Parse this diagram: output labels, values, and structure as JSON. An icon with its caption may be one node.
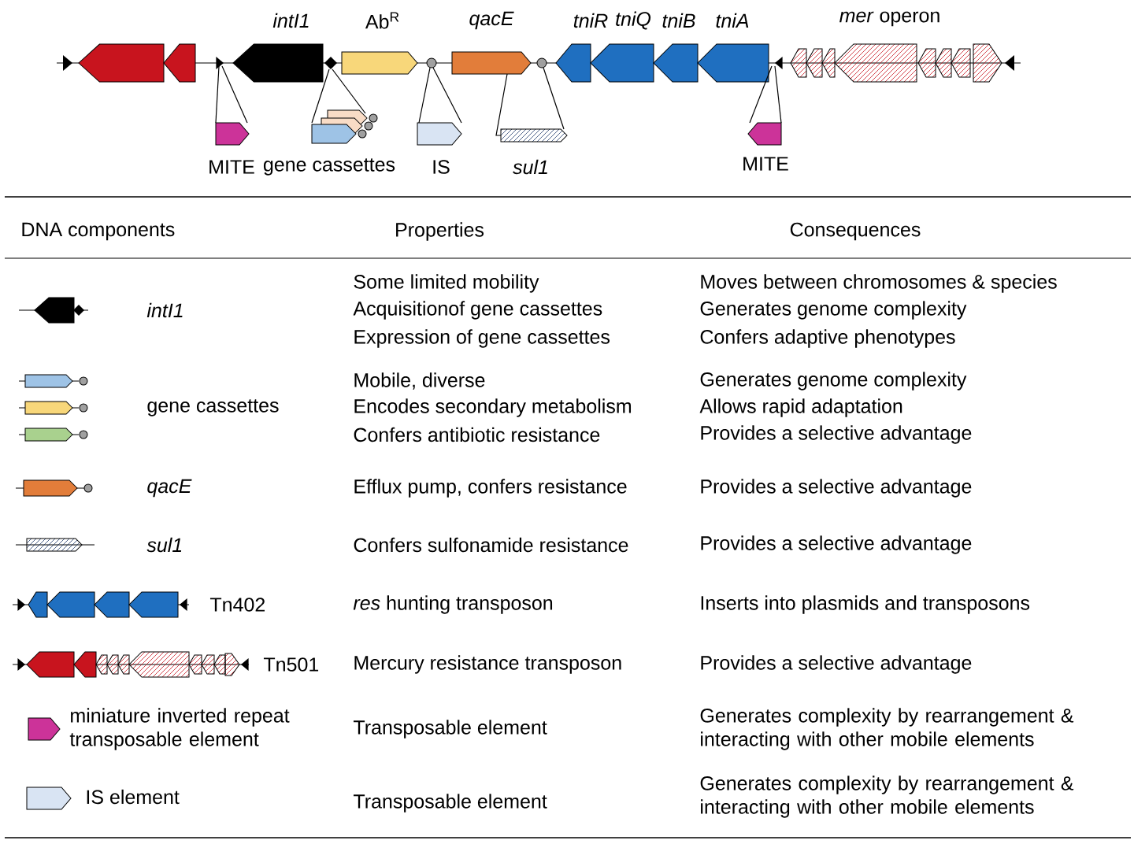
{
  "diagram": {
    "labels": [
      "intI1",
      "Ab$^{R}$",
      "qacE",
      "tniR",
      "tniQ",
      "tniB",
      "tniA",
      "*mer* operon",
      "MITE",
      "gene cassettes",
      "IS",
      "sul1",
      "MITE",
      "DNA components",
      "Properties",
      "Consequences",
      "intI1",
      "Some limited mobility",
      "Acquisitionof gene cassettes",
      "Expression of gene cassettes",
      "Moves between chromosomes & species",
      "Generates genome complexity",
      "Confers adaptive phenotypes",
      "gene cassettes",
      "Mobile, diverse",
      "Encodes secondary metabolism",
      "Confers antibiotic resistance",
      "Generates genome complexity",
      "Allows rapid adaptation",
      "Provides a selective advantage",
      "qacE",
      "Efflux pump, confers resistance",
      "Provides a selective advantage",
      "sul1",
      "Confers sulfonamide resistance",
      "Provides a selective advantage",
      "Tn402",
      "*res* hunting transposon",
      "Inserts into plasmids and transposons",
      "Tn501",
      "Mercury resistance transposon",
      "Provides a selective advantage",
      "miniature inverted repeat transposable element",
      "Transposable element",
      "Generates complexity by rearrangement & interacting with other mobile elements",
      "IS element",
      "Transposable element",
      "Generates complexity by rearrangement & interacting with other mobile elements"
    ]
  }
}
